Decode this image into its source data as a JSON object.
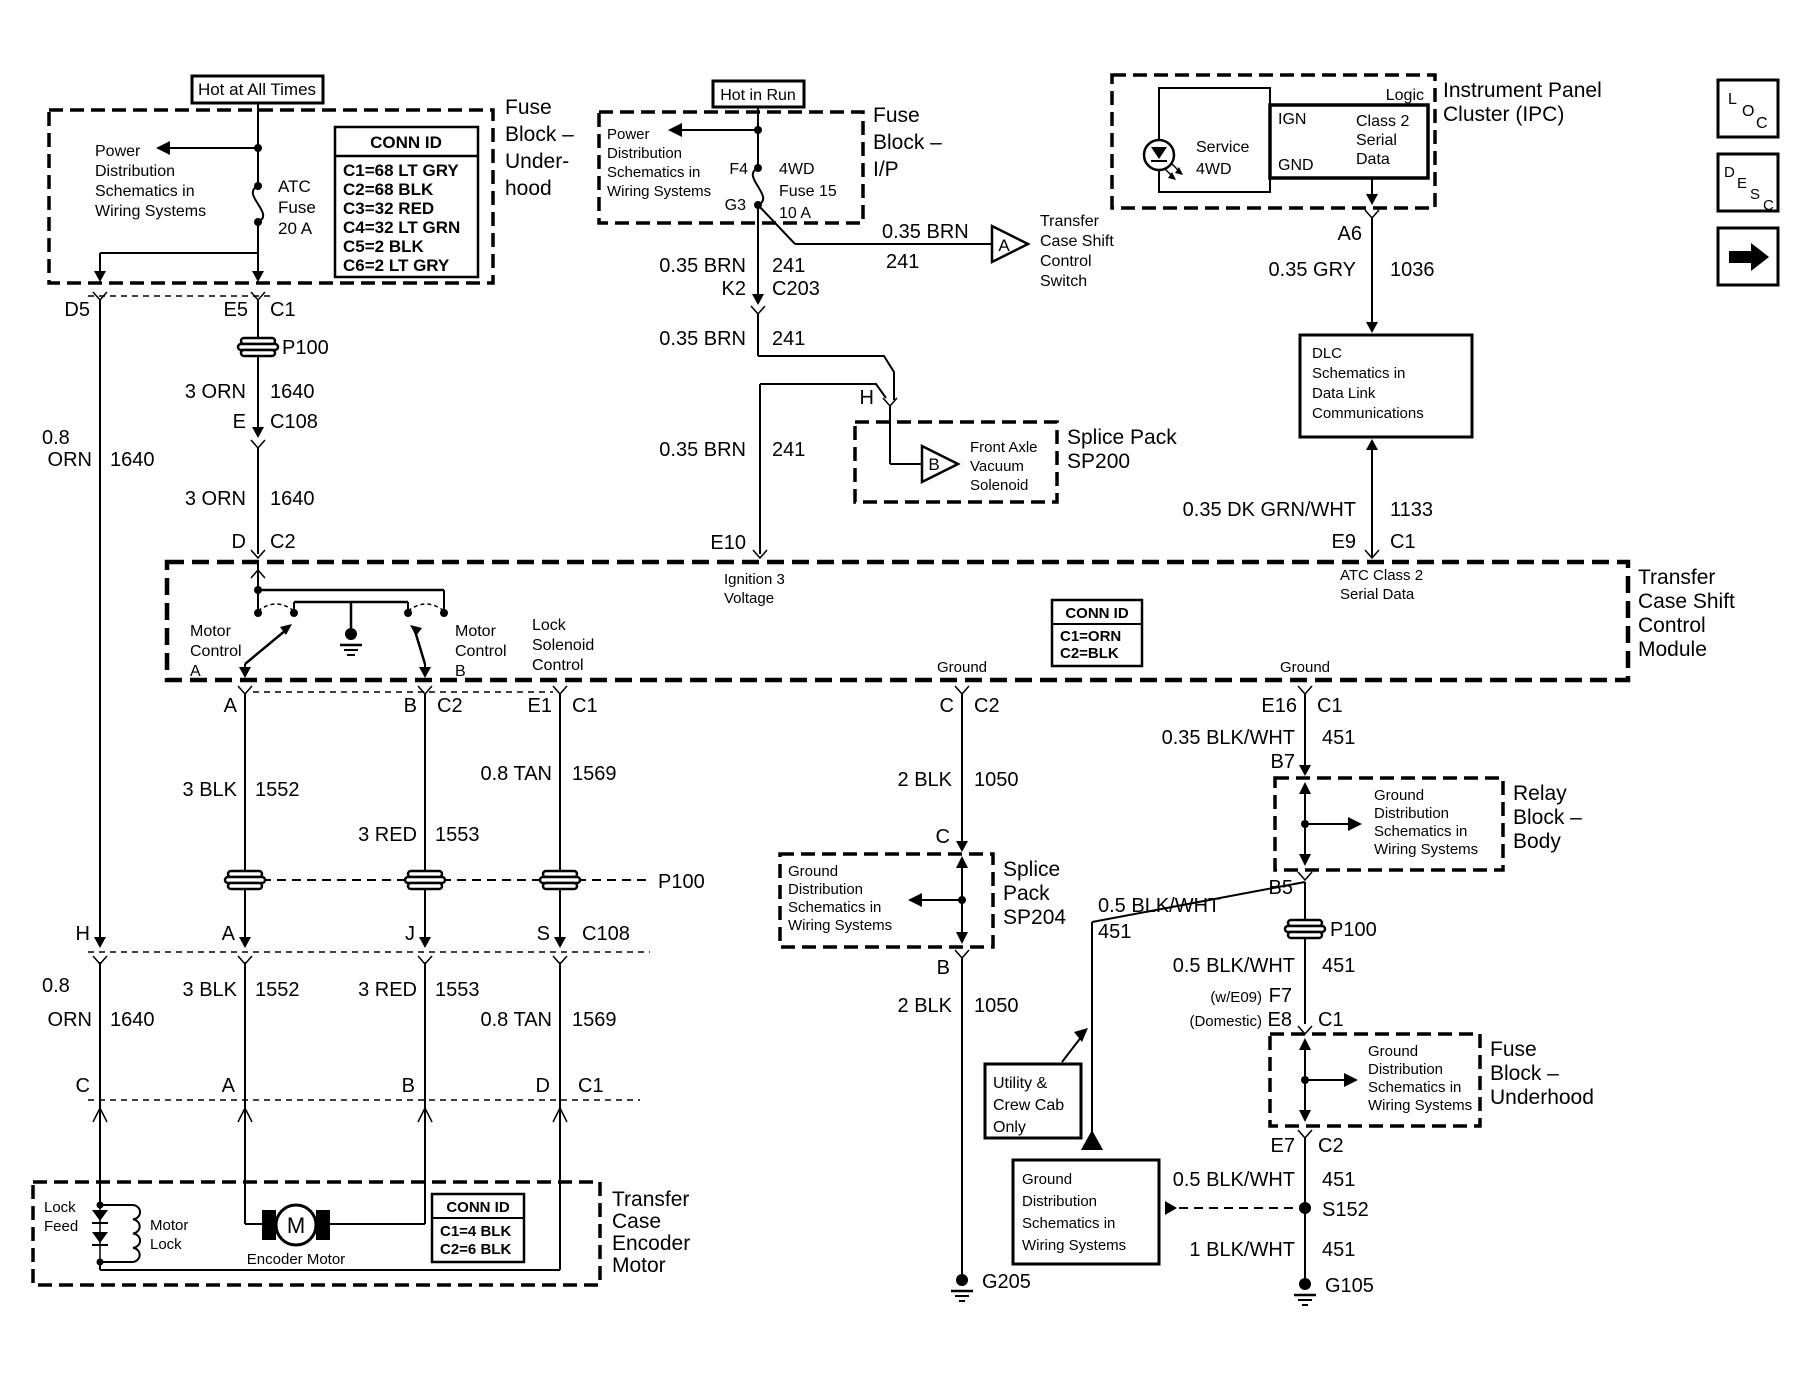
{
  "banners": {
    "hot_all": "Hot at All Times",
    "hot_run": "Hot in Run"
  },
  "pd_note": [
    "Power",
    "Distribution",
    "Schematics in",
    "Wiring Systems"
  ],
  "gd_note": [
    "Ground",
    "Distribution",
    "Schematics in",
    "Wiring Systems"
  ],
  "fuse_block_underhood": {
    "label": [
      "Fuse",
      "Block –",
      "Under-",
      "hood"
    ],
    "fuse": [
      "ATC",
      "Fuse",
      "20 A"
    ],
    "conn_id": {
      "header": "CONN ID",
      "rows": [
        "C1=68 LT GRY",
        "C2=68 BLK",
        "C3=32 RED",
        "C4=32 LT GRN",
        "C5=2 BLK",
        "C6=2 LT GRY"
      ]
    }
  },
  "fuse_block_ip": {
    "label": [
      "Fuse",
      "Block –",
      "I/P"
    ],
    "fuse": [
      "4WD",
      "Fuse 15",
      "10 A"
    ],
    "pin_top": "F4",
    "pin_bottom": "G3"
  },
  "ipc": {
    "label": [
      "Instrument Panel",
      "Cluster (IPC)"
    ],
    "logic": "Logic",
    "led": [
      "Service",
      "4WD"
    ],
    "ign": "IGN",
    "gnd": "GND",
    "class2": [
      "Class 2",
      "Serial",
      "Data"
    ],
    "pin_a6": "A6"
  },
  "shift_switch": {
    "tri": "A",
    "label": [
      "Transfer",
      "Case Shift",
      "Control",
      "Switch"
    ]
  },
  "sp200": {
    "pin_h": "H",
    "tri": "B",
    "device": [
      "Front Axle",
      "Vacuum",
      "Solenoid"
    ],
    "label": [
      "Splice Pack",
      "SP200"
    ]
  },
  "dlc": [
    "DLC",
    "Schematics in",
    "Data Link",
    "Communications"
  ],
  "corner": {
    "loc": [
      "L",
      "O",
      "C"
    ],
    "desc": [
      "D",
      "E",
      "S",
      "C"
    ]
  },
  "module": {
    "label": [
      "Transfer",
      "Case Shift",
      "Control",
      "Module"
    ],
    "motor_a": [
      "Motor",
      "Control",
      "A"
    ],
    "motor_b": [
      "Motor",
      "Control",
      "B"
    ],
    "lock_sol": [
      "Lock",
      "Solenoid",
      "Control"
    ],
    "ign3": [
      "Ignition 3",
      "Voltage"
    ],
    "atc": [
      "ATC Class 2",
      "Serial Data"
    ],
    "ground_c": "Ground",
    "ground_e16": "Ground",
    "conn_id": {
      "header": "CONN ID",
      "rows": [
        "C1=ORN",
        "C2=BLK"
      ]
    },
    "pins": {
      "d": "D",
      "d_conn": "C2",
      "e10": "E10",
      "e9": "E9",
      "e9_conn": "C1",
      "a": "A",
      "b": "B",
      "b_conn": "C2",
      "e1": "E1",
      "e1_conn": "C1",
      "c": "C",
      "c_conn": "C2",
      "e16": "E16",
      "e16_conn": "C1"
    }
  },
  "top_pins": {
    "d5": "D5",
    "e5": "E5",
    "e5_conn": "C1",
    "e": "E",
    "e_conn": "C108",
    "k2": "K2",
    "k2_conn": "C203"
  },
  "wires": {
    "orn1": [
      "3 ORN",
      "1640"
    ],
    "orn2": [
      "3 ORN",
      "1640"
    ],
    "orn_left1": [
      "0.8",
      "ORN",
      "1640"
    ],
    "orn_left2": [
      "0.8",
      "ORN",
      "1640"
    ],
    "brn1": [
      "0.35 BRN",
      "241"
    ],
    "brn2": [
      "0.35 BRN",
      "241"
    ],
    "brn3": [
      "0.35 BRN",
      "241"
    ],
    "brn4": [
      "0.35 BRN",
      "241"
    ],
    "gry": [
      "0.35 GRY",
      "1036"
    ],
    "dkgrn": [
      "0.35 DK GRN/WHT",
      "1133"
    ],
    "tan1": [
      "0.8 TAN",
      "1569"
    ],
    "tan2": [
      "0.8 TAN",
      "1569"
    ],
    "blk1": [
      "3 BLK",
      "1552"
    ],
    "blk2": [
      "3 BLK",
      "1552"
    ],
    "red1": [
      "3 RED",
      "1553"
    ],
    "red2": [
      "3 RED",
      "1553"
    ],
    "twoblk1": [
      "2 BLK",
      "1050"
    ],
    "twoblk2": [
      "2 BLK",
      "1050"
    ],
    "bw035": [
      "0.35 BLK/WHT",
      "451"
    ],
    "bw05diag": [
      "0.5 BLK/WHT",
      "451"
    ],
    "bw05a": [
      "0.5 BLK/WHT",
      "451"
    ],
    "bw05b": [
      "0.5 BLK/WHT",
      "451"
    ],
    "bw1": [
      "1 BLK/WHT",
      "451"
    ]
  },
  "connectors": {
    "p100_top": "P100",
    "p100_row": "P100",
    "p100_right": "P100",
    "c108_row": "C108",
    "c1_row": "C1"
  },
  "c108_pins": {
    "h": "H",
    "a": "A",
    "j": "J",
    "s": "S"
  },
  "enc_pins": {
    "c": "C",
    "a": "A",
    "b": "B",
    "d": "D"
  },
  "encoder": {
    "label": [
      "Transfer",
      "Case",
      "Encoder",
      "Motor"
    ],
    "lock_feed": [
      "Lock",
      "Feed"
    ],
    "motor_lock": [
      "Motor",
      "Lock"
    ],
    "m": "M",
    "name": "Encoder Motor",
    "conn_id": {
      "header": "CONN ID",
      "rows": [
        "C1=4 BLK",
        "C2=6 BLK"
      ]
    }
  },
  "sp204": {
    "label": [
      "Splice",
      "Pack",
      "SP204"
    ],
    "pin_c_top": "C",
    "pin_c_in": "C",
    "pin_b": "B"
  },
  "relay_block": {
    "label": [
      "Relay",
      "Block –",
      "Body"
    ]
  },
  "fuse_block_uh2": {
    "label": [
      "Fuse",
      "Block –",
      "Underhood"
    ]
  },
  "utility": [
    "Utility &",
    "Crew Cab",
    "Only"
  ],
  "g105_col": {
    "b7": "B7",
    "b5": "B5",
    "we09": "(w/E09)",
    "f7": "F7",
    "domestic": "(Domestic)",
    "e8": "E8",
    "e8_conn": "C1",
    "e7": "E7",
    "e7_conn": "C2",
    "s152": "S152",
    "g105": "G105"
  },
  "g205_col": {
    "g205": "G205"
  }
}
